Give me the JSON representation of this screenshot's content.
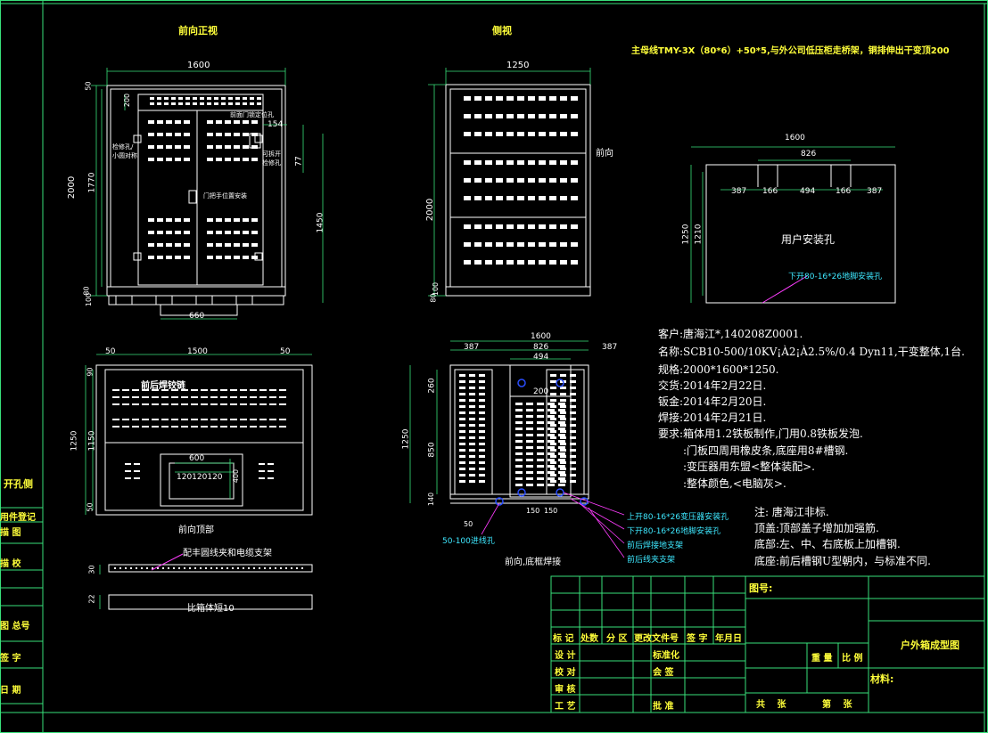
{
  "views": {
    "front": "前向正视",
    "side": "侧视",
    "top": "前向顶部",
    "bottom": "前向,底框焊接"
  },
  "header_note": "主母线TMY-3X（80*6）+50*5,与外公司低压柜走桥架，铜排伸出干变顶200",
  "left_margin": {
    "open_side": "开孔侧",
    "used_reg": "用件登记",
    "draw": "描 图",
    "check": "描 校",
    "drawing_no": "图 总号",
    "sign": "签 字",
    "date": "日 期"
  },
  "front_dims": {
    "width": "1600",
    "height": "2000",
    "top50": "50",
    "d200": "200",
    "d1770": "1770",
    "d154": "154",
    "d77": "77",
    "d1450": "1450",
    "d660": "660",
    "d80": "80",
    "d100": "100",
    "label_top_lock": "前面门锁定位孔",
    "label_left": "检修孔/小圆对称",
    "label_right": "可拆开检修孔",
    "label_handle": "门把手位置安装"
  },
  "side_dims": {
    "width": "1250",
    "height": "2000",
    "d100": "100",
    "d80": "80",
    "label_front": "前向"
  },
  "plan_top": {
    "w1600": "1600",
    "w826": "826",
    "s387a": "387",
    "s166a": "166",
    "s494": "494",
    "s166b": "166",
    "s387b": "387",
    "h1250": "1250",
    "h1210": "1210",
    "label_install": "用户安装孔",
    "label_holes": "下开80-16*26地脚安装孔"
  },
  "top_view": {
    "w1500": "1500",
    "d50a": "50",
    "d50b": "50",
    "h1250": "1250",
    "h1150": "1150",
    "d90": "90",
    "d600": "600",
    "d400": "400",
    "d50c": "50",
    "d120": "120120120",
    "label_hinge": "前后焊铰链"
  },
  "rail": {
    "label": "配丰圆线夹和电缆支架",
    "d30": "30",
    "d22": "22",
    "bottom": "比箱体短10"
  },
  "bottom_view": {
    "w1600": "1600",
    "s387a": "387",
    "s826": "826",
    "s387b": "387",
    "s494": "494",
    "d200": "200",
    "h260": "260",
    "h1250": "1250",
    "h850": "850",
    "h140": "140",
    "d50": "50",
    "d150a": "150",
    "d150b": "150",
    "cable": "50-100进线孔",
    "call1": "上开80-16*26变压器安装孔",
    "call2": "下开80-16*26地脚安装孔",
    "call3": "前后焊接地支架",
    "call4": "前后线夹支架"
  },
  "spec": {
    "l1": "客户:唐海江*,140208Z0001.",
    "l2": "名称:SCB10-500/10KV¡À2¡À2.5%/0.4 Dyn11,干变整体,1台.",
    "l3": "规格:2000*1600*1250.",
    "l4": "交货:2014年2月22日.",
    "l5": "钣金:2014年2月20日.",
    "l6": "焊接:2014年2月21日.",
    "l7": "要求:箱体用1.2铁板制作,门用0.8铁板发泡.",
    "l8": ":门板四周用橡皮条,底座用8#槽钢.",
    "l9": ":变压器用东盟<整体装配>.",
    "l10": ":整体颜色,<电脑灰>."
  },
  "notes": {
    "n1": "注: 唐海江非标.",
    "n2": "顶盖:顶部盖子增加加强筋.",
    "n3": "底部:左、中、右底板上加槽钢.",
    "n4": "底座:前后槽钢U型朝内，与标准不同."
  },
  "title_block": {
    "drawing_no": "图号:",
    "title": "户外箱成型图",
    "material": "材料:",
    "mark": "标 记",
    "count": "处数",
    "zone": "分 区",
    "change": "更改文件号",
    "sign": "签 字",
    "date": "年月日",
    "design": "设 计",
    "standard": "标准化",
    "proof": "校 对",
    "countersign": "会 签",
    "review": "审 核",
    "craft": "工 艺",
    "approve": "批 准",
    "weight": "重 量",
    "scale": "比 例",
    "total": "共　 张",
    "sheet": "第　 张"
  },
  "colors": {
    "bg": "#000000",
    "white": "#ffffff",
    "yellow": "#ffff3a",
    "green": "#38e07a",
    "cyan": "#3ee8ff",
    "magenta": "#ff3dff",
    "blue": "#2a4dff"
  }
}
